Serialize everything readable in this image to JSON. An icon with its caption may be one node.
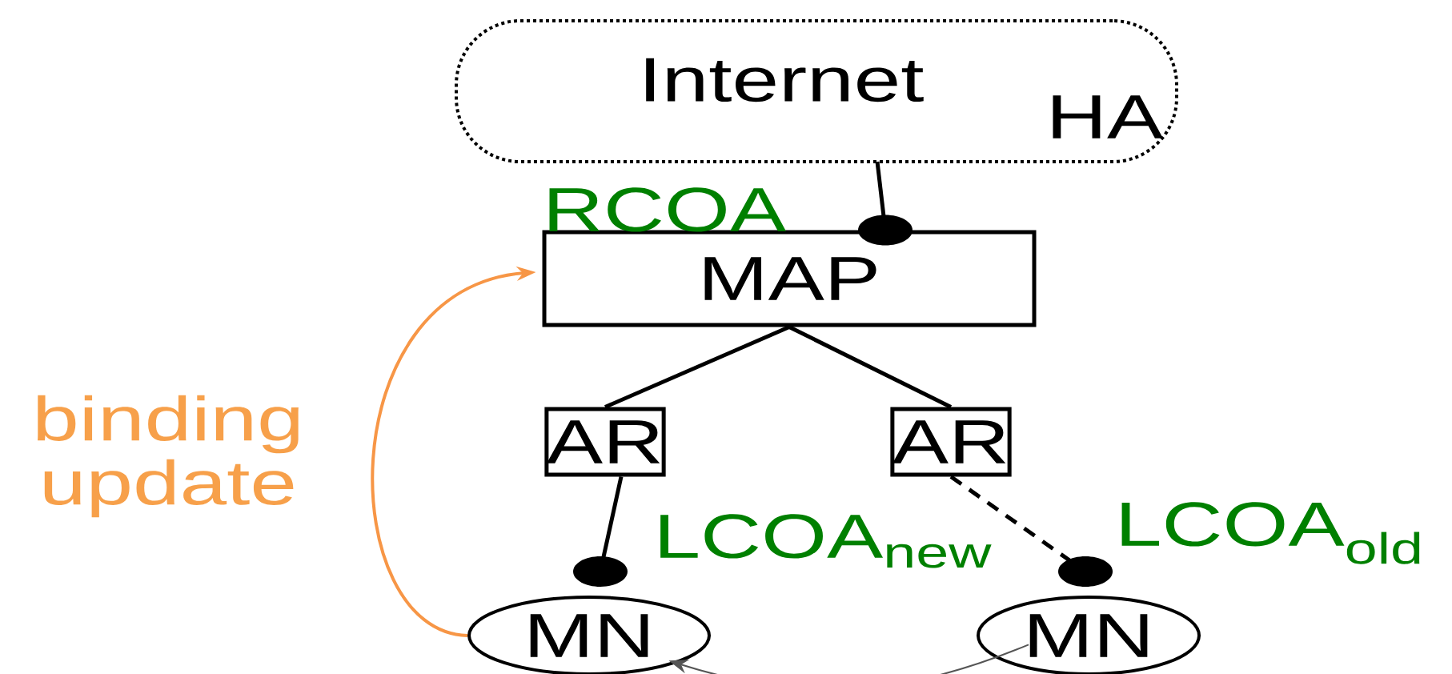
{
  "diagram": {
    "nodes": [
      {
        "text": [
          "Internet",
          "HA"
        ]
      },
      {
        "text": [
          "MAP"
        ]
      },
      {
        "text": [
          "AR"
        ]
      },
      {
        "text": [
          "AR"
        ]
      },
      {
        "text": [
          "MN"
        ]
      },
      {
        "text": [
          "MN"
        ]
      }
    ],
    "edges": [
      {
        "from": 0,
        "to": 1,
        "arrow": "other"
      },
      {
        "from": 1,
        "to": 2,
        "arrow": "none"
      },
      {
        "from": 1,
        "to": 3,
        "arrow": "none"
      },
      {
        "from": 2,
        "to": 4,
        "arrow": "other"
      },
      {
        "from": 3,
        "to": 5,
        "arrow": "other",
        "style": "dashed"
      },
      {
        "from": 4,
        "to": 1,
        "arrow": "to",
        "label": "binding update",
        "color": "#f79646"
      },
      {
        "from": 5,
        "to": 4,
        "arrow": "to",
        "color": "#555555"
      }
    ],
    "labels": [
      "RCOA",
      "LCOA$_{new}$",
      "LCOA$_{old}$"
    ]
  }
}
